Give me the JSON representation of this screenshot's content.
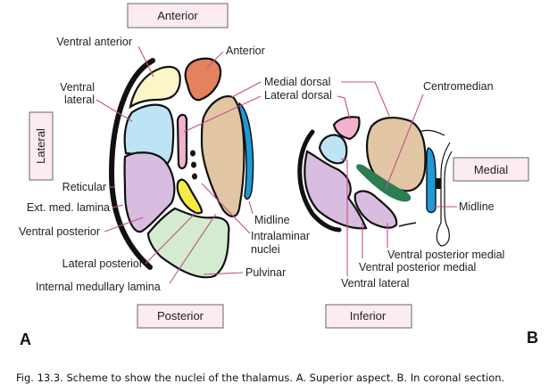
{
  "colors": {
    "ventral_anterior": "#fbf6c8",
    "anterior": "#e3825d",
    "ventral_lateral": "#bde3f5",
    "lateral_dorsal": "#f2b2d0",
    "medial_dorsal": "#e2c6a3",
    "midline": "#1d9ad8",
    "ventral_posterior": "#d9bde0",
    "lateral_posterior": "#f6ea44",
    "pulvinar": "#d4ebcf",
    "centromedian": "#2e7d52",
    "leader": "#c0508a",
    "direction_box": "#fcebf2"
  },
  "figure_a": {
    "panel_letter": "A",
    "directions": {
      "top": "Anterior",
      "bottom": "Posterior",
      "left": "Lateral"
    },
    "labels": {
      "ventral_anterior": "Ventral anterior",
      "anterior": "Anterior",
      "ventral_lateral_1": "Ventral",
      "ventral_lateral_2": "lateral",
      "medial_dorsal": "Medial dorsal",
      "lateral_dorsal": "Lateral dorsal",
      "reticular": "Reticular",
      "ext_med_lamina": "Ext. med. lamina",
      "ventral_posterior": "Ventral posterior",
      "midline": "Midline",
      "intralaminar_1": "Intralaminar",
      "intralaminar_2": "nuclei",
      "lateral_posterior": "Lateral posterior",
      "pulvinar": "Pulvinar",
      "internal_medullary_lamina": "Internal medullary lamina"
    }
  },
  "figure_b": {
    "panel_letter": "B",
    "directions": {
      "right": "Medial",
      "bottom": "Inferior"
    },
    "labels": {
      "centromedian": "Centromedian",
      "midline": "Midline",
      "vpm_1": "Ventral posterior medial",
      "vpm_2": "Ventral posterior medial",
      "ventral_lateral": "Ventral lateral"
    }
  },
  "caption": "Fig. 13.3. Scheme to show the nuclei of the thalamus.  A. Superior aspect. B. In coronal section."
}
